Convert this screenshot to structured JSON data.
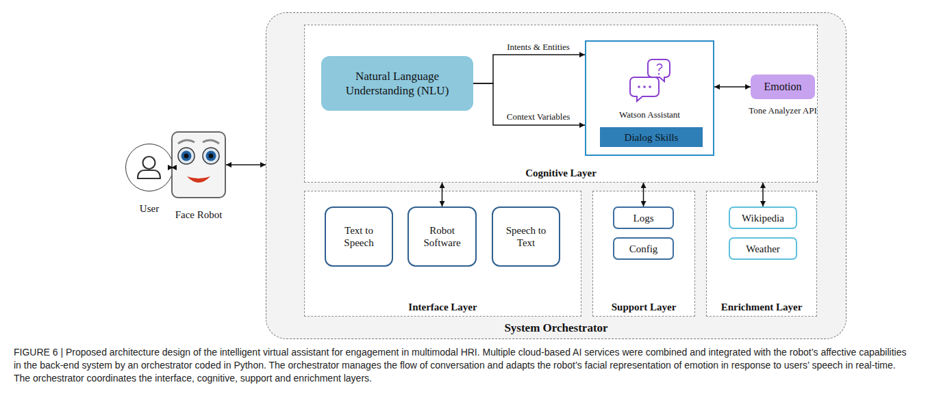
{
  "diagram": {
    "caption": "FIGURE 6 | Proposed architecture design of the intelligent virtual assistant for engagement in multimodal HRI. Multiple cloud-based AI services were combined and integrated with the robot’s affective capabilities in the back-end system by an orchestrator coded in Python. The orchestrator manages the flow of conversation and adapts the robot’s facial representation of emotion in response to users’ speech in real-time. The orchestrator coordinates the interface, cognitive, support and enrichment layers.",
    "nodes": [
      {
        "text": [
          "User"
        ]
      },
      {
        "text": [
          "Face Robot"
        ]
      },
      {
        "text": [
          "System Orchestrator"
        ]
      },
      {
        "text": [
          "Cognitive Layer"
        ],
        "in": 2
      },
      {
        "text": [
          "Natural Language Understanding (NLU)"
        ],
        "in": 3
      },
      {
        "text": [
          "Watson Assistant"
        ],
        "in": 3
      },
      {
        "text": [
          "Dialog Skills"
        ],
        "in": 5
      },
      {
        "text": [
          "Emotion",
          "Tone Analyzer API"
        ],
        "in": 3
      },
      {
        "text": [
          "Interface Layer"
        ],
        "in": 2
      },
      {
        "text": [
          "Text to Speech"
        ],
        "in": 8
      },
      {
        "text": [
          "Robot Software"
        ],
        "in": 8
      },
      {
        "text": [
          "Speech to Text"
        ],
        "in": 8
      },
      {
        "text": [
          "Support Layer"
        ],
        "in": 2
      },
      {
        "text": [
          "Logs"
        ],
        "in": 12
      },
      {
        "text": [
          "Config"
        ],
        "in": 12
      },
      {
        "text": [
          "Enrichment Layer"
        ],
        "in": 2
      },
      {
        "text": [
          "Wikipedia"
        ],
        "in": 15
      },
      {
        "text": [
          "Weather"
        ],
        "in": 15
      }
    ],
    "edges": [
      {
        "from": 0,
        "to": 1,
        "arrow": "both"
      },
      {
        "from": 1,
        "to": 2,
        "arrow": "both"
      },
      {
        "from": 4,
        "to": 5,
        "label": "Intents & Entities",
        "arrow": "to"
      },
      {
        "from": 4,
        "to": 5,
        "label": "Context Variables",
        "arrow": "to"
      },
      {
        "from": 5,
        "to": 7,
        "arrow": "both"
      },
      {
        "from": 3,
        "to": 10,
        "arrow": "both"
      },
      {
        "from": 3,
        "to": 13,
        "arrow": "both"
      },
      {
        "from": 3,
        "to": 16,
        "arrow": "both"
      }
    ]
  }
}
